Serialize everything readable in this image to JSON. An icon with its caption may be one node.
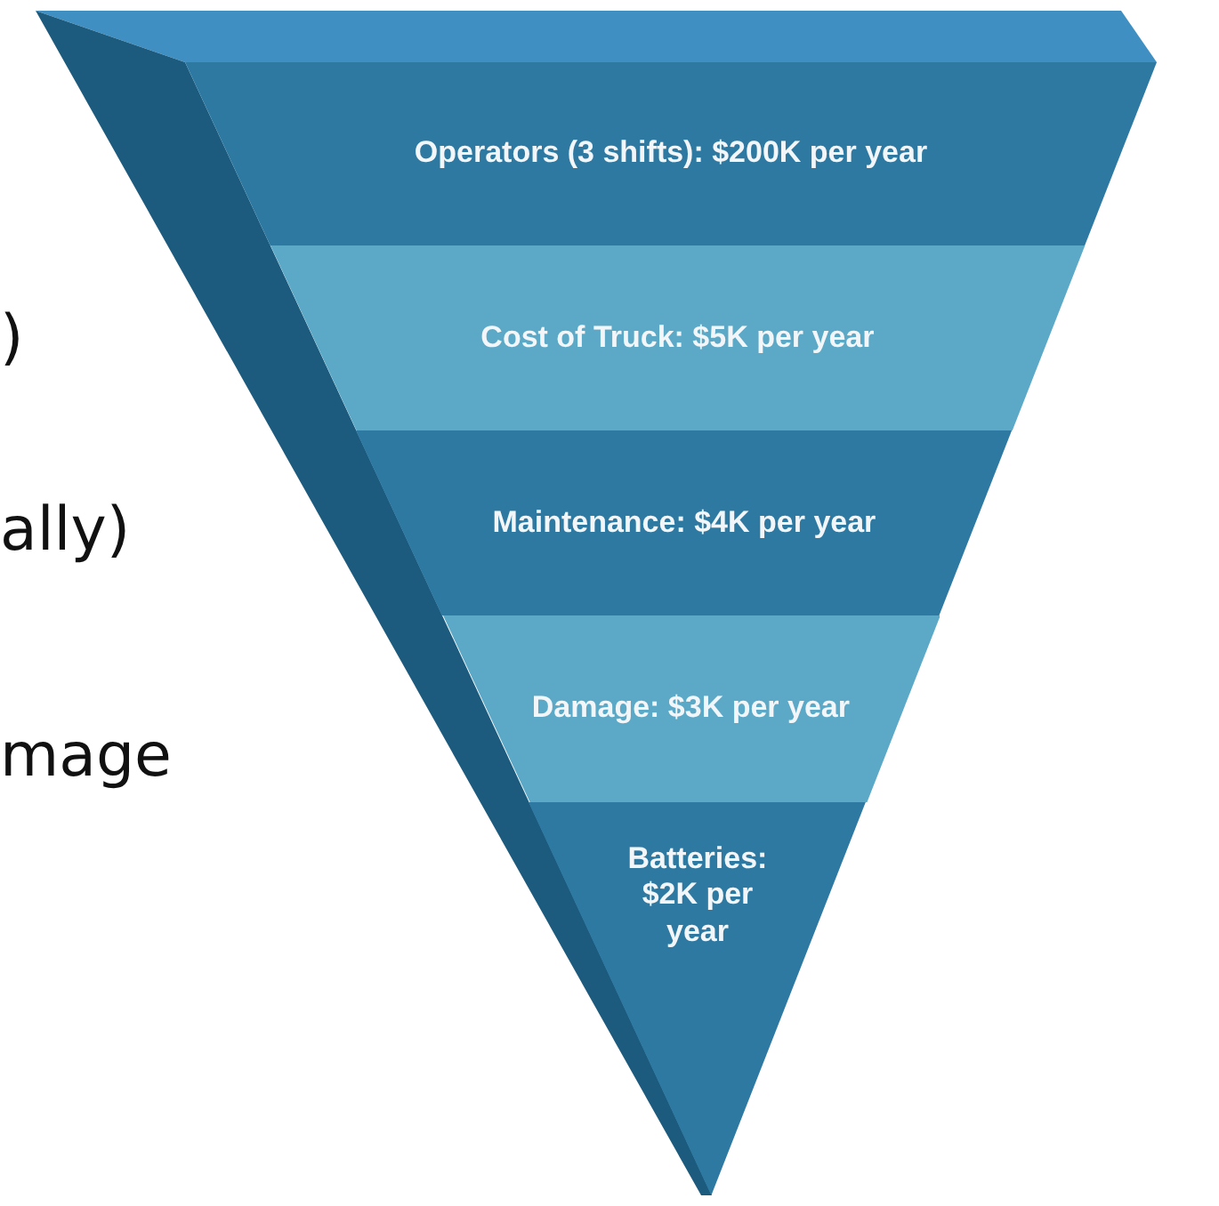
{
  "diagram": {
    "nodes": [
      {
        "text": [
          "Operators (3 shifts): $200K per year"
        ]
      },
      {
        "text": [
          "Cost of Truck: $5K per year"
        ]
      },
      {
        "text": [
          "Maintenance: $4K per year"
        ]
      },
      {
        "text": [
          "Damage: $3K per year"
        ]
      },
      {
        "text": [
          "Batteries: $2K per year"
        ]
      }
    ],
    "edges": [],
    "labels": [
      ")",
      "ally)",
      "mage"
    ]
  }
}
